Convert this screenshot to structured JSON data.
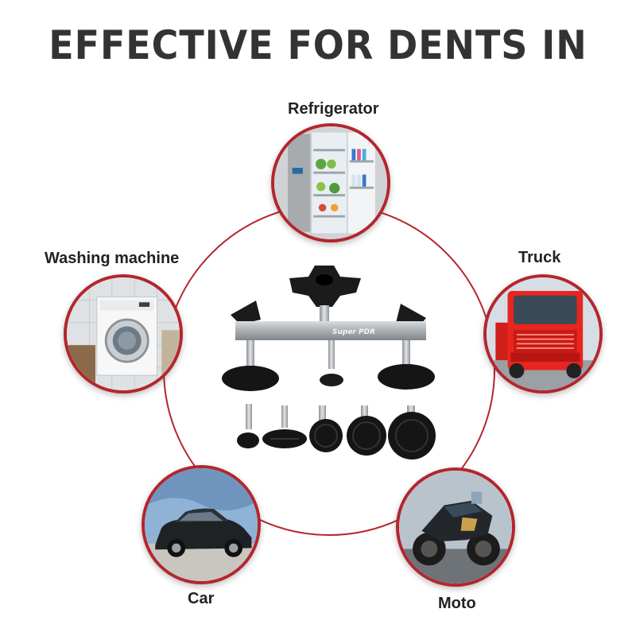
{
  "title": "EFFECTIVE FOR DENTS IN",
  "items": [
    {
      "label": "Refrigerator"
    },
    {
      "label": "Truck"
    },
    {
      "label": "Moto"
    },
    {
      "label": "Car"
    },
    {
      "label": "Washing machine"
    }
  ],
  "product": {
    "brand": "Super PDR"
  },
  "colors": {
    "accent": "#b3262d",
    "title": "#333333",
    "text": "#222222"
  }
}
